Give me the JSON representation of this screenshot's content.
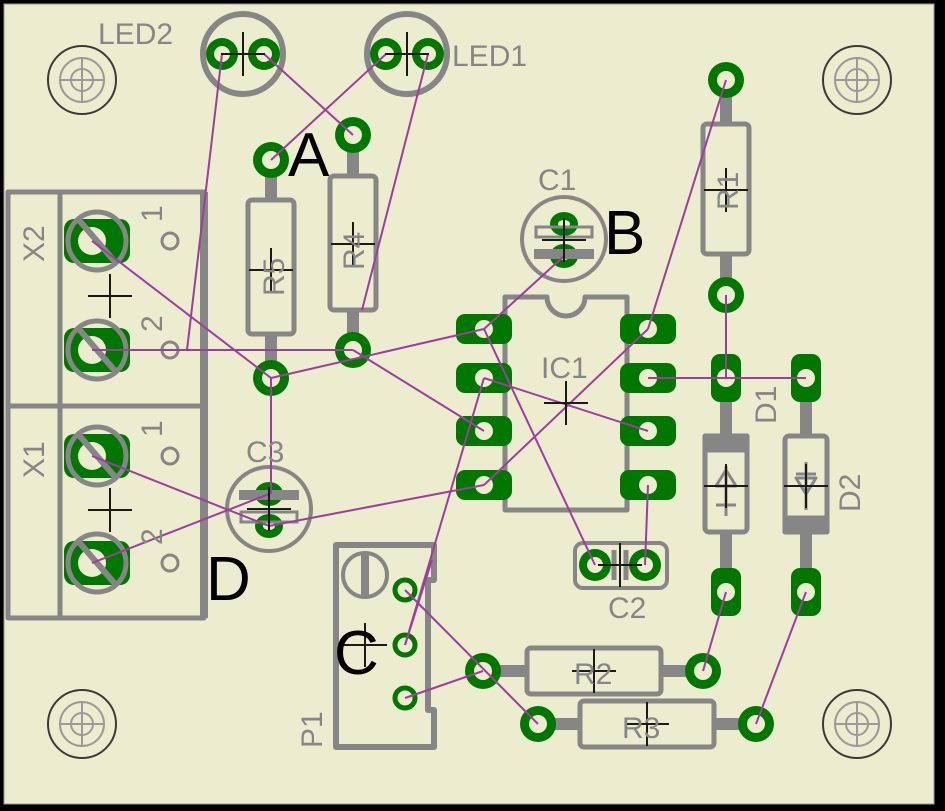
{
  "colors": {
    "background": "#000000",
    "board": "#ececcf",
    "silkscreen": "#868686",
    "pad": "#007800",
    "ratsnest": "#a03ca0",
    "origin_cross": "#1a1a1a",
    "hole_outer": "#3a3a3a",
    "annotation": "#000000"
  },
  "components": {
    "LED2": "LED2",
    "LED1": "LED1",
    "R5": "R5",
    "R4": "R4",
    "R1": "R1",
    "R2": "R2",
    "R3": "R3",
    "C1": "C1",
    "C2": "C2",
    "C3": "C3",
    "IC1": "IC1",
    "X1": "X1",
    "X2": "X2",
    "D1": "D1",
    "D2": "D2",
    "P1": "P1"
  },
  "terminal_pins": {
    "pin1": "1",
    "pin2": "2"
  },
  "annotations": {
    "A": "A",
    "B": "B",
    "C": "C",
    "D": "D"
  },
  "mounting_holes": [
    "top-left",
    "top-right",
    "bottom-left",
    "bottom-right"
  ]
}
